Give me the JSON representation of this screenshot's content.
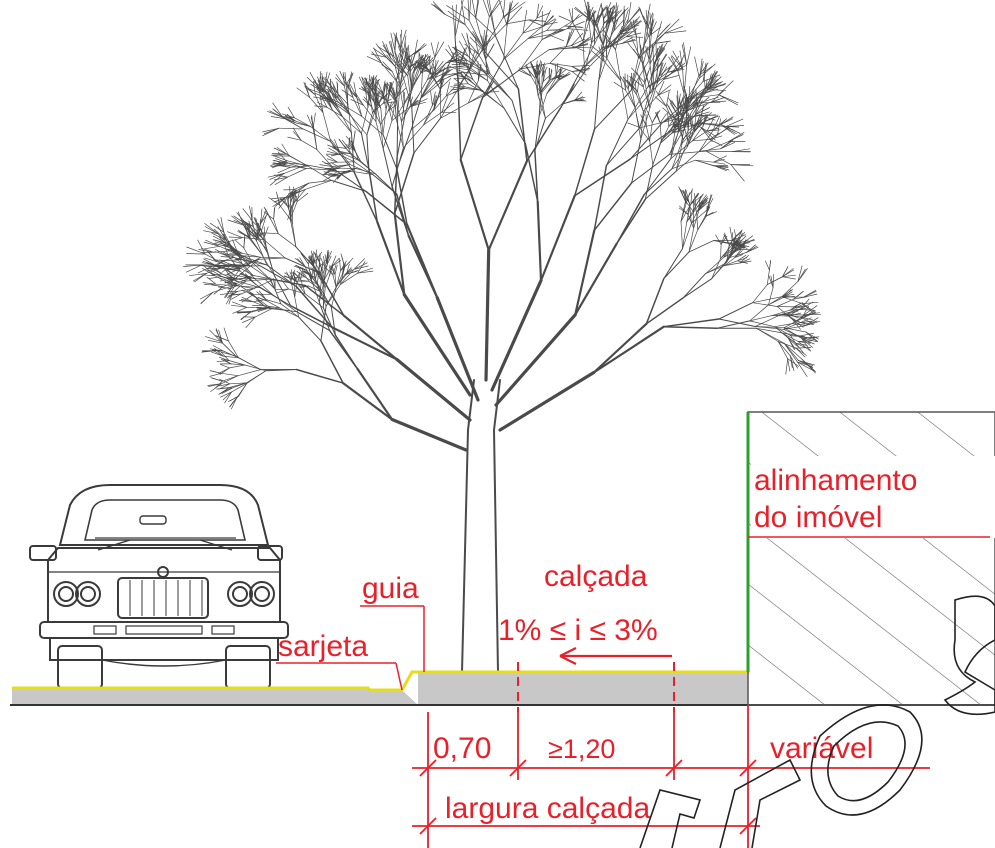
{
  "labels": {
    "guia": "guia",
    "sarjeta": "sarjeta",
    "calcada": "calçada",
    "inclinacao": "1% ≤ i ≤ 3%",
    "alinhamento_1": "alinhamento",
    "alinhamento_2": "do imóvel",
    "faixa_servico": "0,70",
    "faixa_livre": "≥1,20",
    "variavel": "variável",
    "largura_calcada": "largura calçada"
  },
  "colors": {
    "annotation": "#e8202a",
    "curb_line": "#e6dc1e",
    "property_line": "#2ca02c",
    "pavement": "#c8c8c8",
    "drawing": "#3a3a3a"
  },
  "icons": {
    "slope_arrow": "arrow-left-icon",
    "vehicle": "car-front-icon",
    "tree": "tree-icon",
    "watermark": "watermark-stamp"
  },
  "watermark_text": "TEXTO"
}
